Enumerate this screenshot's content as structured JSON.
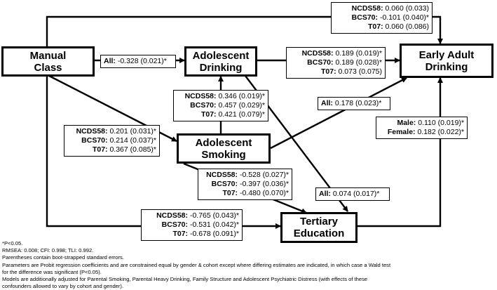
{
  "nodes": {
    "manual_class": [
      "Manual",
      "Class"
    ],
    "adolescent_drinking": [
      "Adolescent",
      "Drinking"
    ],
    "early_adult_drinking": [
      "Early Adult",
      "Drinking"
    ],
    "adolescent_smoking": [
      "Adolescent",
      "Smoking"
    ],
    "tertiary_education": [
      "Tertiary",
      "Education"
    ]
  },
  "paths": {
    "manual_to_early_adult": [
      {
        "key": "NCDS58:",
        "value": " 0.060 (0.033)"
      },
      {
        "key": "BCS70:",
        "value": " -0.101 (0.040)*"
      },
      {
        "key": "T07:",
        "value": " 0.060 (0.086)"
      }
    ],
    "manual_to_adol_drinking": [
      {
        "key": "All:",
        "value": " -0.328 (0.021)*"
      }
    ],
    "adol_drinking_to_early_adult": [
      {
        "key": "NCDS58:",
        "value": " 0.189 (0.019)*"
      },
      {
        "key": "BCS70:",
        "value": " 0.189 (0.028)*"
      },
      {
        "key": "T07:",
        "value": " 0.073 (0.075)"
      }
    ],
    "smoking_to_adol_drinking": [
      {
        "key": "NCDS58:",
        "value": " 0.346 (0.019)*"
      },
      {
        "key": "BCS70:",
        "value": " 0.457 (0.029)*"
      },
      {
        "key": "T07:",
        "value": " 0.421 (0.079)*"
      }
    ],
    "smoking_to_early_adult": [
      {
        "key": "All:",
        "value": " 0.178 (0.023)*"
      }
    ],
    "manual_to_smoking": [
      {
        "key": "NCDS58:",
        "value": " 0.201 (0.031)*"
      },
      {
        "key": "BCS70:",
        "value": " 0.214 (0.037)*"
      },
      {
        "key": "T07:",
        "value": " 0.367 (0.085)*"
      }
    ],
    "education_to_early_adult": [
      {
        "key": "Male:",
        "value": " 0.110 (0.019)*"
      },
      {
        "key": "Female:",
        "value": " 0.182 (0.022)*"
      }
    ],
    "smoking_to_education": [
      {
        "key": "NCDS58:",
        "value": " -0.528 (0.027)*"
      },
      {
        "key": "BCS70:",
        "value": " -0.397 (0.036)*"
      },
      {
        "key": "T07:",
        "value": " -0.480 (0.070)*"
      }
    ],
    "adol_drinking_to_education": [
      {
        "key": "All:",
        "value": " 0.074 (0.017)*"
      }
    ],
    "manual_to_education": [
      {
        "key": "NCDS58:",
        "value": " -0.765 (0.043)*"
      },
      {
        "key": "BCS70:",
        "value": " -0.531 (0.042)*"
      },
      {
        "key": "T07:",
        "value": " -0.678 (0.091)*"
      }
    ]
  },
  "notes": [
    "*P<0.05.",
    "RMSEA: 0.008; CFI: 0.998; TLI: 0.992.",
    "Parentheses contain boot-strapped standard errors.",
    "Parameters are Probit regression coefficients and are constrained equal by gender & cohort except where differing estimates are indicated, in which case a Wald test",
    "for the difference was significant (P<0.05).",
    "Models are additionally adjusted for Parental Smoking, Parental Heavy Drinking, Family Structure and Adolescent Psychiatric Distress (with effects of these",
    "confounders allowed to vary by cohort and gender)."
  ]
}
